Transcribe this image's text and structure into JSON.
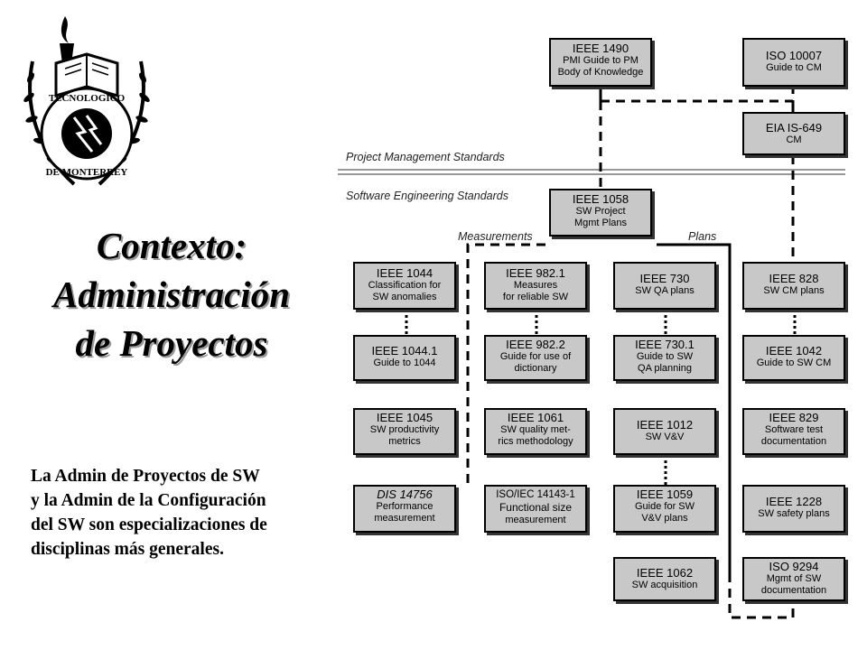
{
  "title": {
    "line1": "Contexto:",
    "line2": "Administración",
    "line3": "de Proyectos"
  },
  "description": {
    "line1": "La Admin de Proyectos de SW",
    "line2": "y la Admin de la Configuración",
    "line3": "del SW son especializaciones de",
    "line4": "disciplinas más generales."
  },
  "logo": {
    "text_top": "TECNOLOGICO",
    "text_bottom": "DE MONTERREY"
  },
  "labels": {
    "pm_standards": "Project Management Standards",
    "se_standards": "Software Engineering Standards",
    "measurements": "Measurements",
    "plans": "Plans"
  },
  "boxes": {
    "ieee1490": {
      "title": "IEEE 1490",
      "sub1": "PMI Guide to PM",
      "sub2": "Body of Knowledge"
    },
    "iso10007": {
      "title": "ISO 10007",
      "sub1": "Guide to CM"
    },
    "eia649": {
      "title": "EIA IS-649",
      "sub1": "CM"
    },
    "ieee1058": {
      "title": "IEEE 1058",
      "sub1": "SW Project",
      "sub2": "Mgmt Plans"
    },
    "ieee1044": {
      "title": "IEEE 1044",
      "sub1": "Classification for",
      "sub2": "SW anomalies"
    },
    "ieee982_1": {
      "title": "IEEE 982.1",
      "sub1": "Measures",
      "sub2": "for reliable SW"
    },
    "ieee730": {
      "title": "IEEE 730",
      "sub1": "SW QA plans"
    },
    "ieee828": {
      "title": "IEEE 828",
      "sub1": "SW CM plans"
    },
    "ieee1044_1": {
      "title": "IEEE 1044.1",
      "sub1": "Guide to 1044"
    },
    "ieee982_2": {
      "title": "IEEE 982.2",
      "sub1": "Guide for use of",
      "sub2": "dictionary"
    },
    "ieee730_1": {
      "title": "IEEE 730.1",
      "sub1": "Guide to SW",
      "sub2": "QA planning"
    },
    "ieee1042": {
      "title": "IEEE 1042",
      "sub1": "Guide to SW CM"
    },
    "ieee1045": {
      "title": "IEEE 1045",
      "sub1": "SW productivity",
      "sub2": "metrics"
    },
    "ieee1061": {
      "title": "IEEE 1061",
      "sub1": "SW quality met-",
      "sub2": "rics methodology"
    },
    "ieee1012": {
      "title": "IEEE 1012",
      "sub1": "SW V&V"
    },
    "ieee829": {
      "title": "IEEE 829",
      "sub1": "Software test",
      "sub2": "documentation"
    },
    "dis14756": {
      "title": "DIS 14756",
      "sub1": "Performance",
      "sub2": "measurement"
    },
    "isoiec14143": {
      "title": "ISO/IEC 14143-1",
      "sub1": "Functional size",
      "sub2": "measurement"
    },
    "ieee1059": {
      "title": "IEEE 1059",
      "sub1": "Guide for SW",
      "sub2": "V&V plans"
    },
    "ieee1228": {
      "title": "IEEE 1228",
      "sub1": "SW safety plans"
    },
    "ieee1062": {
      "title": "IEEE 1062",
      "sub1": "SW acquisition"
    },
    "iso9294": {
      "title": "ISO 9294",
      "sub1": "Mgmt of SW",
      "sub2": "documentation"
    }
  }
}
